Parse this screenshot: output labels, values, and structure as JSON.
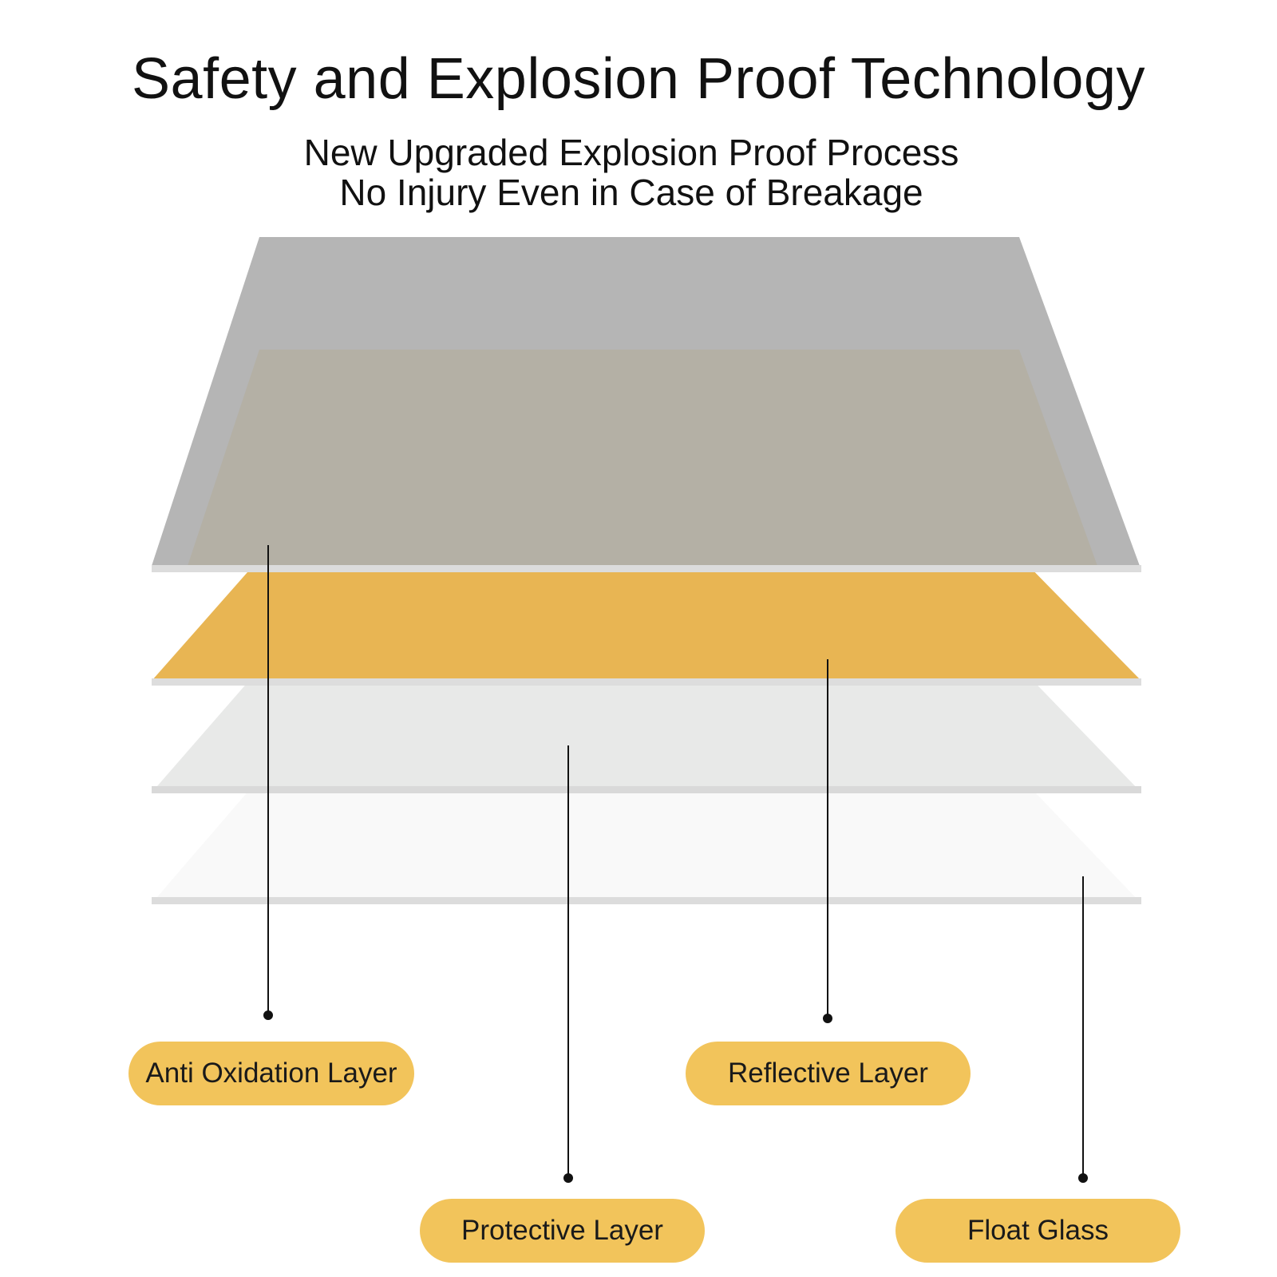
{
  "title": "Safety and Explosion Proof Technology",
  "subtitle": {
    "line1": "New Upgraded Explosion Proof Process",
    "line2": "No Injury Even in Case of Breakage"
  },
  "layers": [
    {
      "id": "anti-oxidation",
      "label": "Anti Oxidation Layer",
      "color": "#b5b5b5"
    },
    {
      "id": "reflective",
      "label": "Reflective Layer",
      "color": "#e8b553"
    },
    {
      "id": "protective",
      "label": "Protective Layer",
      "color": "#e8e9e8"
    },
    {
      "id": "float-glass",
      "label": "Float Glass",
      "color": "#f9f9f9"
    }
  ],
  "colors": {
    "label_pill": "#f2c45b",
    "inner_plate": "#b4b0a5",
    "edge": "#dcdcdc",
    "leader_line": "#111111"
  }
}
